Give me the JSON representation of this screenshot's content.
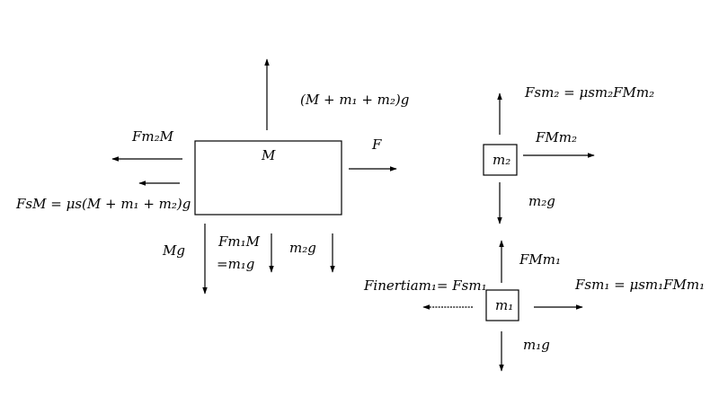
{
  "block_M": {
    "label": "M"
  },
  "block_m2": {
    "label": "m₂"
  },
  "block_m1": {
    "label": "m₁"
  },
  "forces_M": {
    "up": "(M + m₁ + m₂)g",
    "right": "F",
    "left_top": "Fm₂M",
    "left_bottom": "FsM = μs(M + m₁ + m₂)g",
    "down_mg": "Mg",
    "down_fm1m_line1": "Fm₁M",
    "down_fm1m_line2": "=m₁g",
    "down_m2g": "m₂g"
  },
  "forces_m2": {
    "up": "Fsm₂ = μsm₂FMm₂",
    "right": "FMm₂",
    "down": "m₂g"
  },
  "forces_m1": {
    "up": "FMm₁",
    "left": "Finertiam₁= Fsm₁",
    "right": "Fsm₁ = μsm₁FMm₁",
    "down": "m₁g"
  }
}
